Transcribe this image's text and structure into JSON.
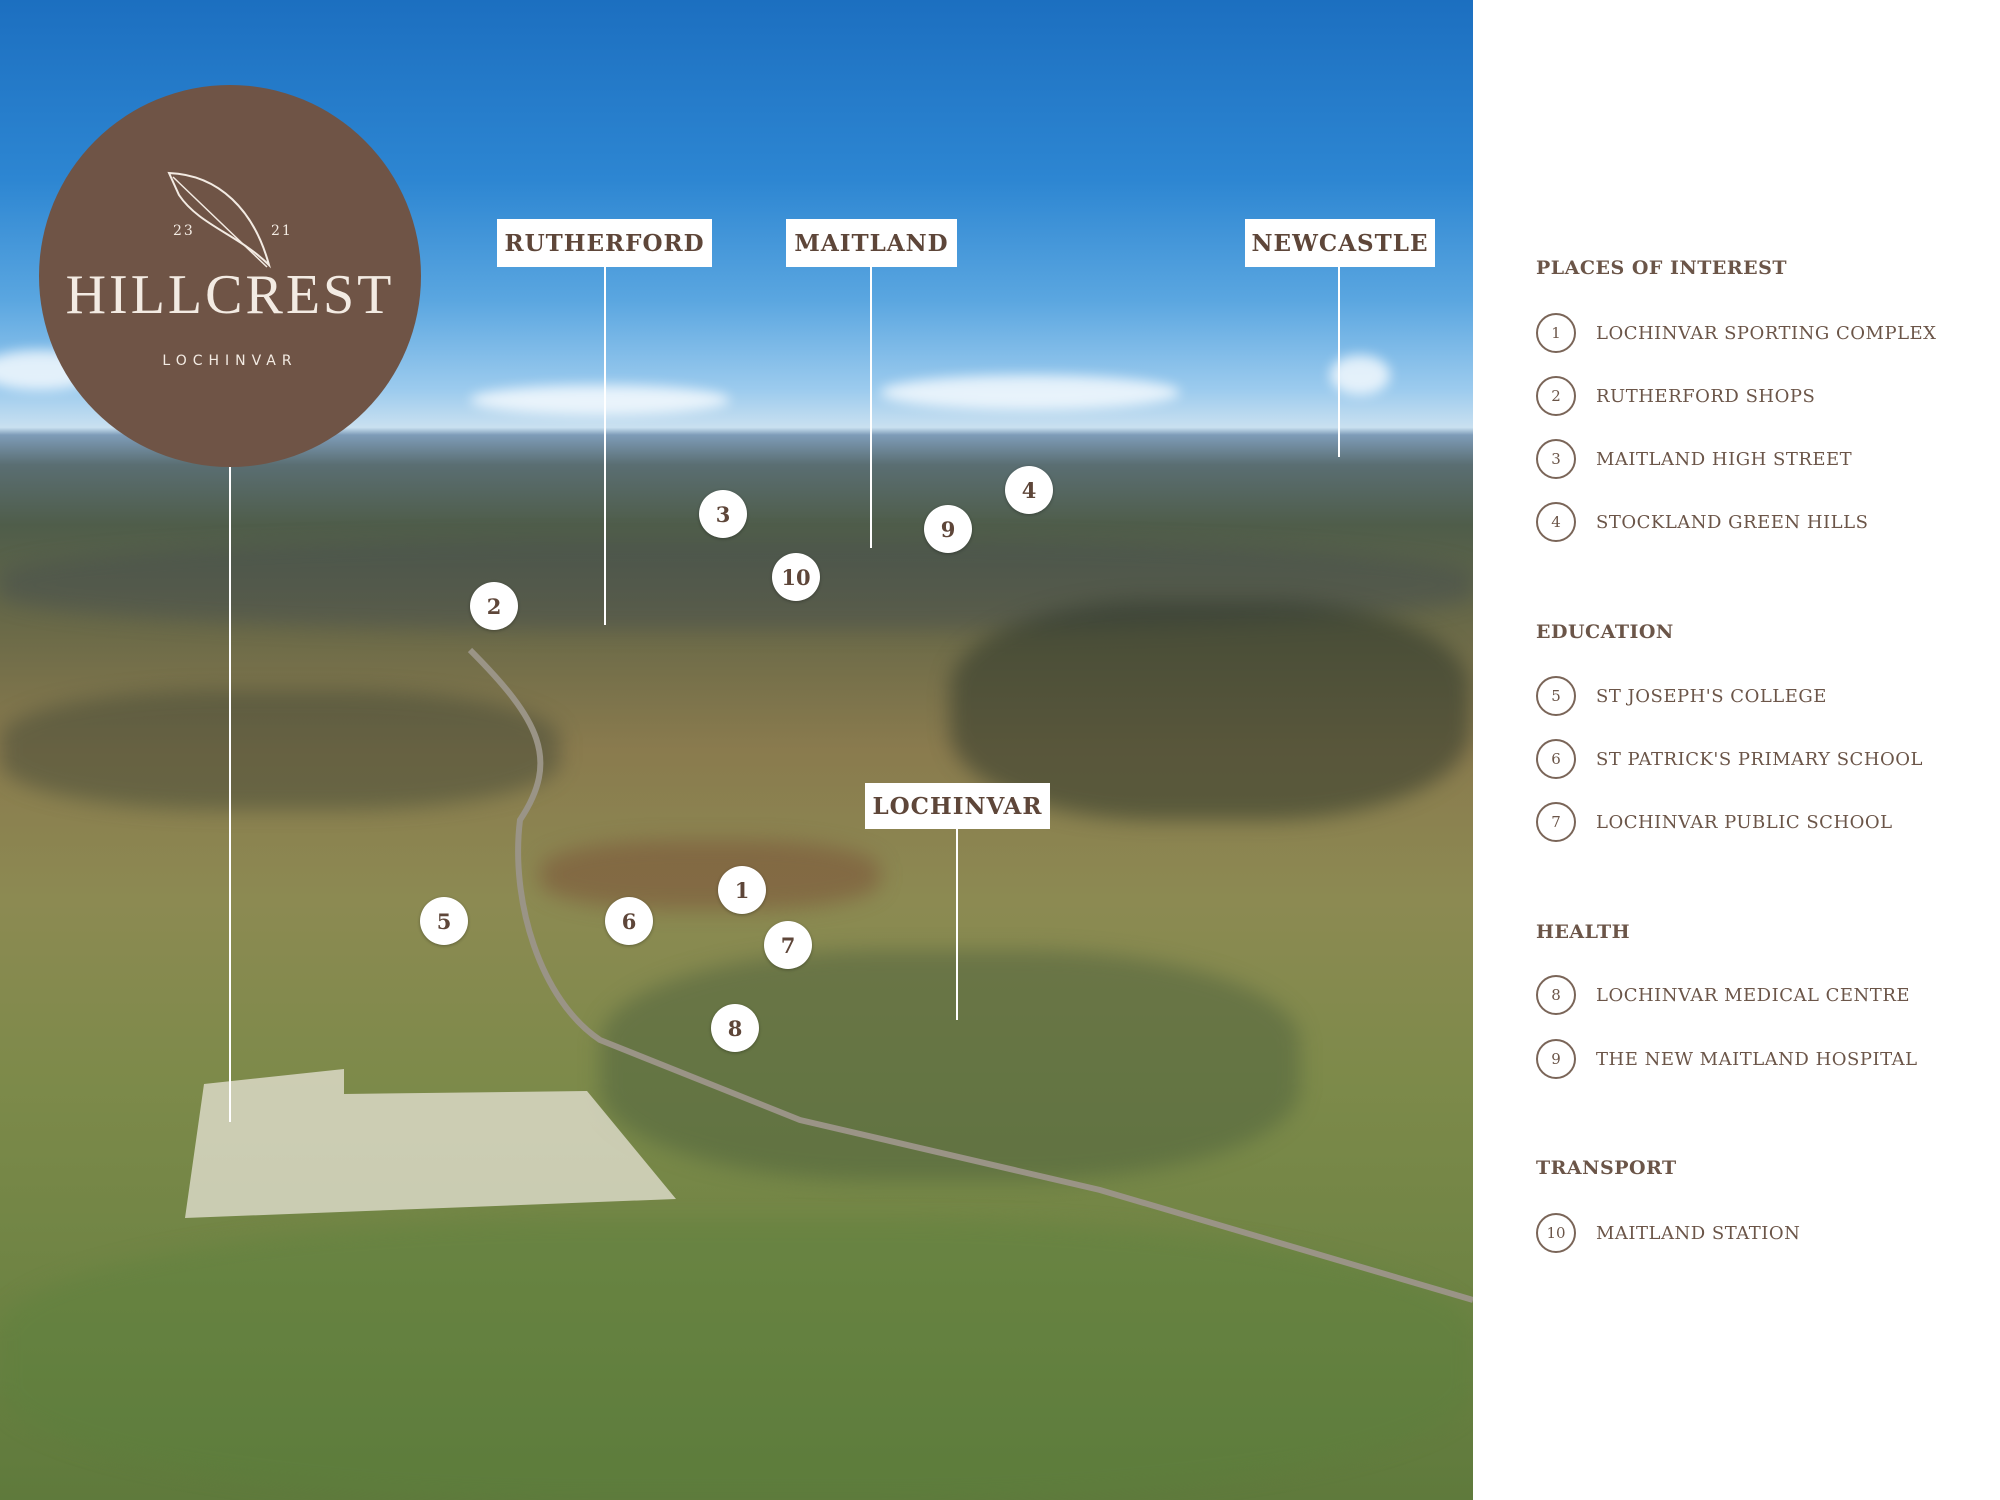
{
  "logo": {
    "name": "HILLCREST",
    "year_left": "23",
    "year_right": "21",
    "subtitle": "LOCHINVAR"
  },
  "map": {
    "places": {
      "rutherford": "RUTHERFORD",
      "maitland": "MAITLAND",
      "newcastle": "NEWCASTLE",
      "lochinvar": "LOCHINVAR"
    },
    "markers": [
      "1",
      "2",
      "3",
      "4",
      "5",
      "6",
      "7",
      "8",
      "9",
      "10"
    ]
  },
  "legend": {
    "sections": [
      {
        "title": "PLACES OF INTEREST",
        "items": [
          {
            "n": "1",
            "label": "LOCHINVAR SPORTING COMPLEX"
          },
          {
            "n": "2",
            "label": "RUTHERFORD SHOPS"
          },
          {
            "n": "3",
            "label": "MAITLAND HIGH STREET"
          },
          {
            "n": "4",
            "label": "STOCKLAND GREEN HILLS"
          }
        ]
      },
      {
        "title": "EDUCATION",
        "items": [
          {
            "n": "5",
            "label": "ST JOSEPH'S COLLEGE"
          },
          {
            "n": "6",
            "label": "ST PATRICK'S PRIMARY SCHOOL"
          },
          {
            "n": "7",
            "label": "LOCHINVAR PUBLIC SCHOOL"
          }
        ]
      },
      {
        "title": "HEALTH",
        "items": [
          {
            "n": "8",
            "label": "LOCHINVAR MEDICAL CENTRE"
          },
          {
            "n": "9",
            "label": "THE NEW MAITLAND HOSPITAL"
          }
        ]
      },
      {
        "title": "TRANSPORT",
        "items": [
          {
            "n": "10",
            "label": "MAITLAND STATION"
          }
        ]
      }
    ]
  },
  "colors": {
    "brand": "#6f5446",
    "text": "#6b5548"
  }
}
